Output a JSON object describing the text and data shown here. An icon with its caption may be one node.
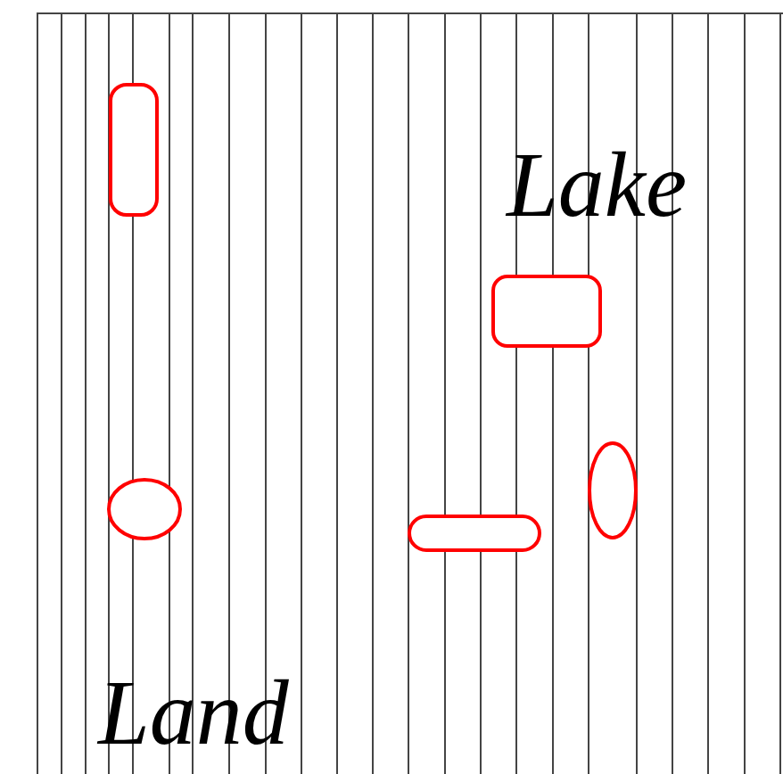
{
  "diagram": {
    "nodes": [
      {
        "text": [],
        "shape": "box"
      },
      {
        "text": [],
        "shape": "box"
      },
      {
        "text": [],
        "shape": "ellipse"
      },
      {
        "text": [],
        "shape": "ellipse"
      },
      {
        "text": [],
        "shape": "box"
      }
    ],
    "labels": [
      "Lake",
      "Land"
    ]
  }
}
